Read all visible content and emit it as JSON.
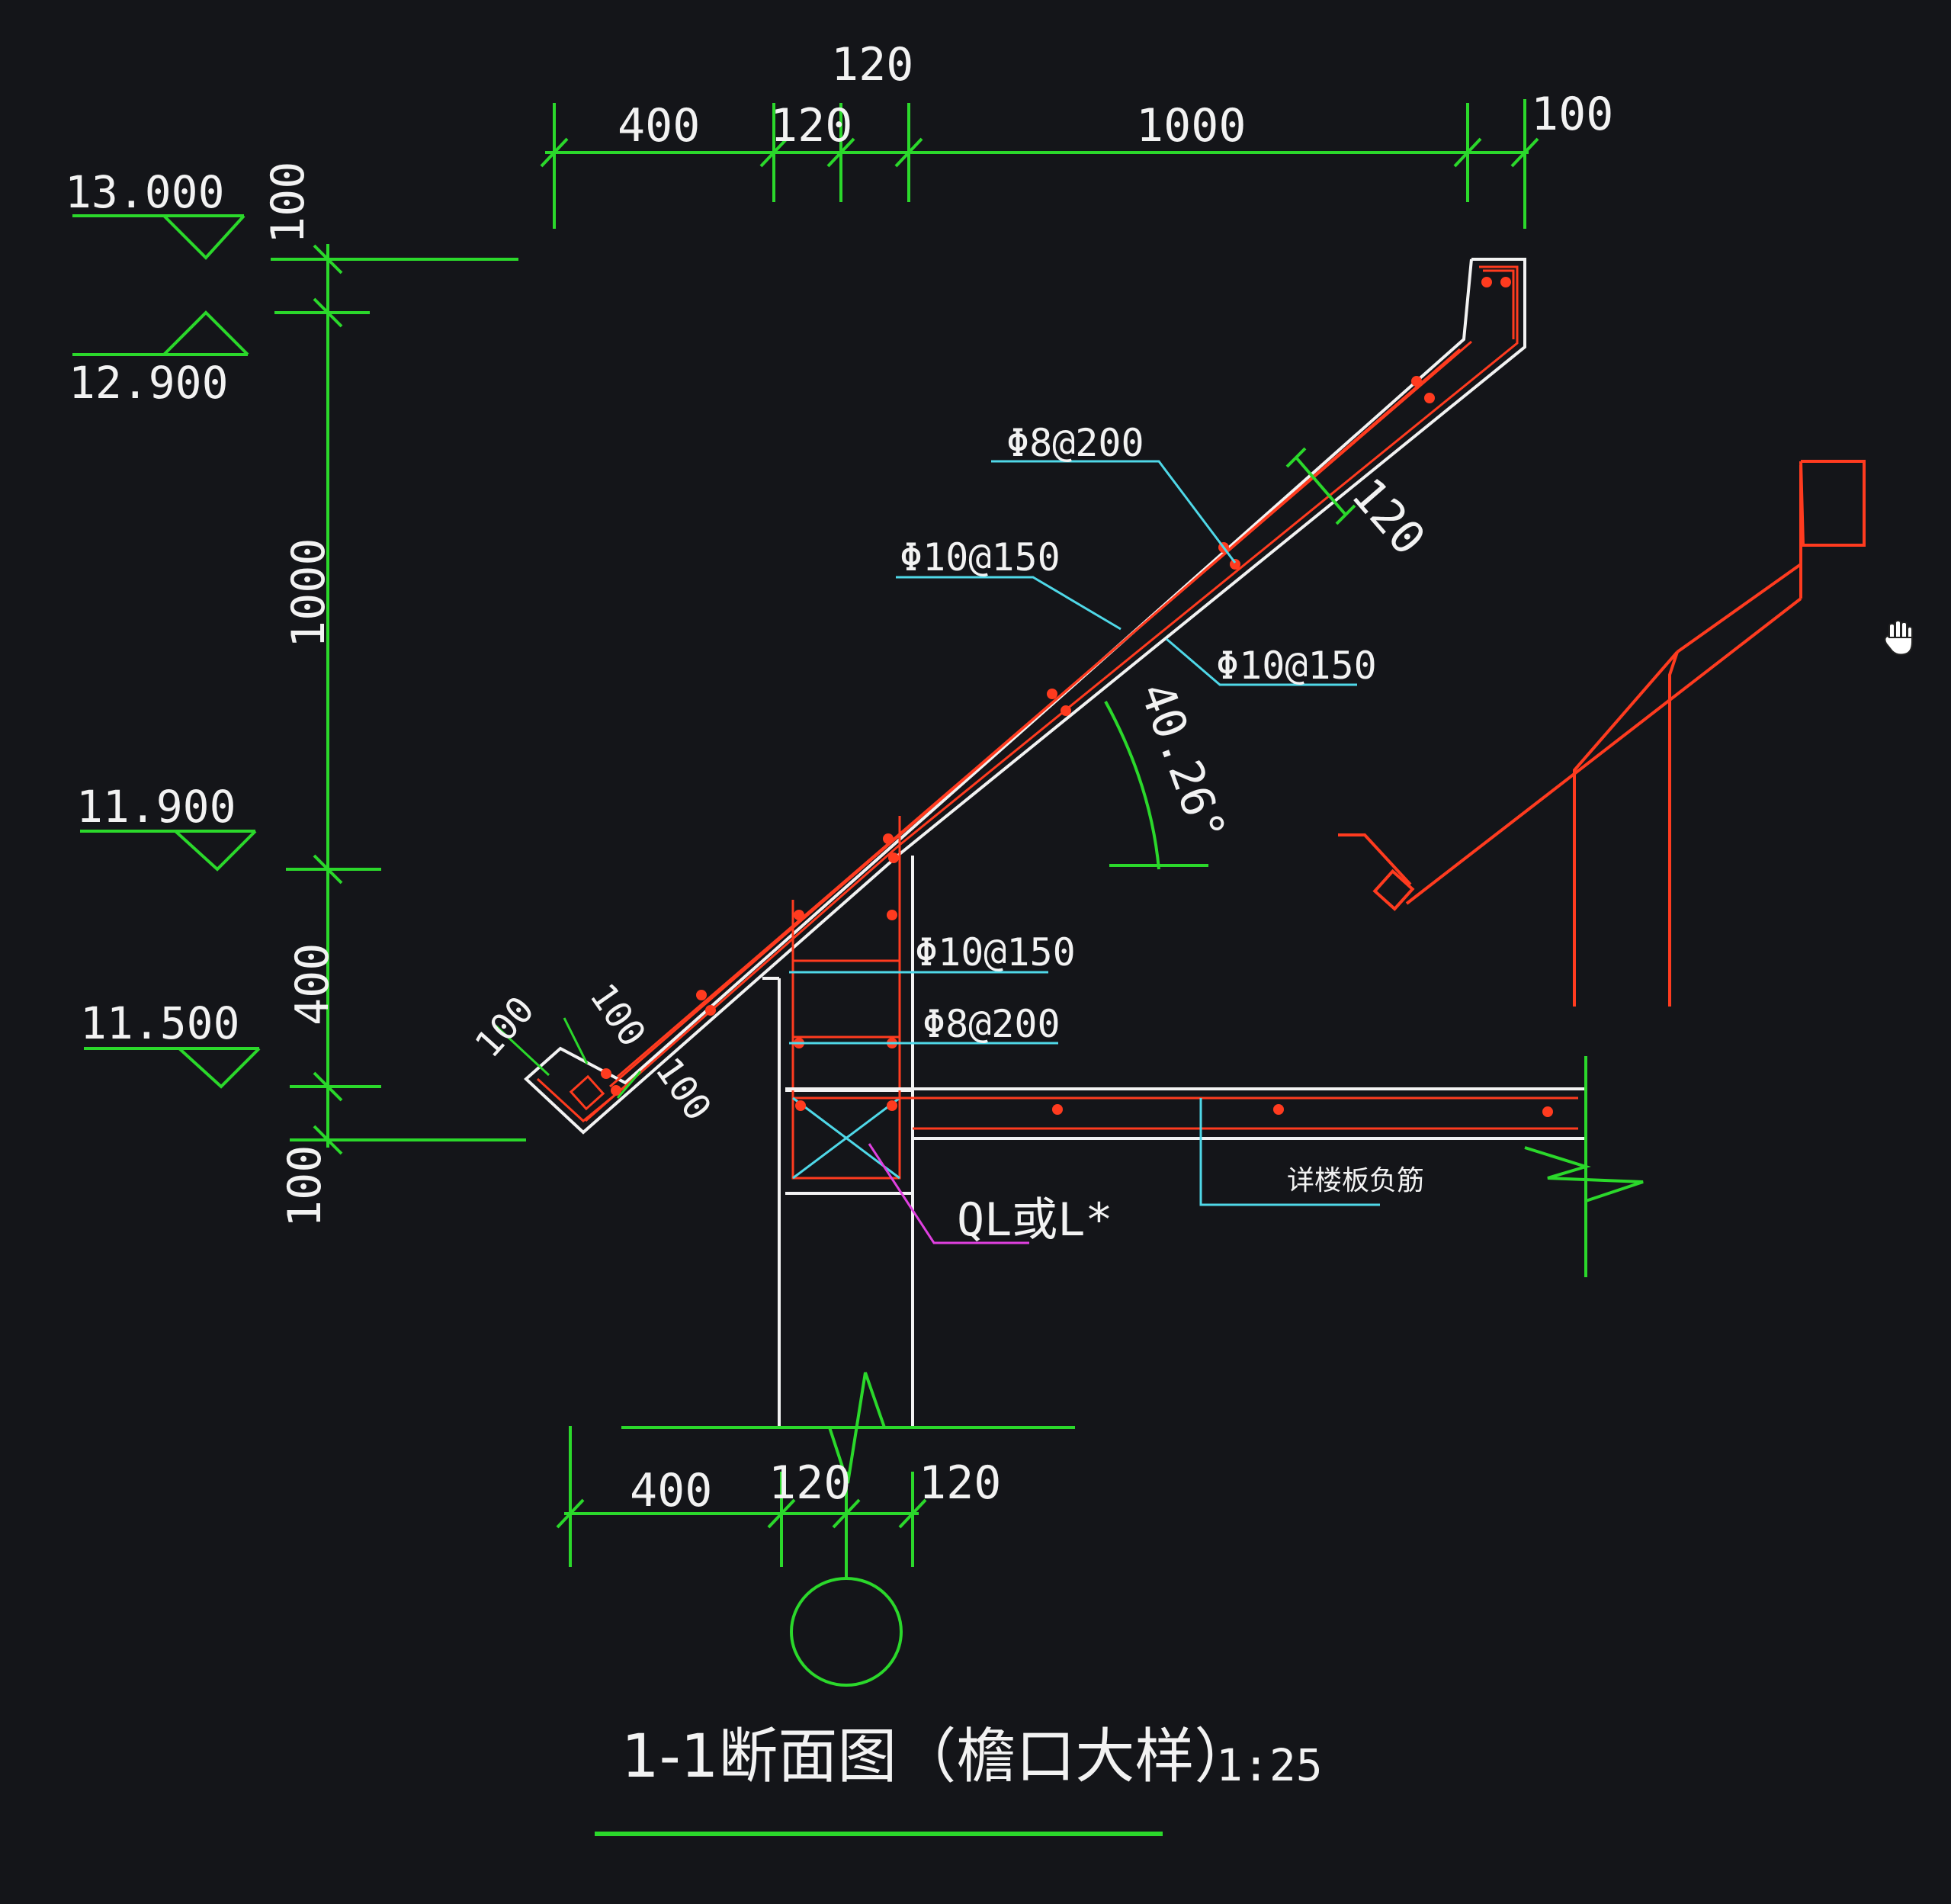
{
  "drawing": {
    "title": "1-1断面图（檐口大样）",
    "scale": "1:25",
    "slope_angle": "40.26°",
    "beam_label": "QL或L*",
    "slab_note": "详楼板负筋"
  },
  "dimensions": {
    "top": [
      "120",
      "400",
      "120",
      "1000",
      "100"
    ],
    "vertical": [
      "100",
      "1000",
      "400",
      "100"
    ],
    "bottom": [
      "400",
      "120",
      "120"
    ],
    "slab_thickness": "120",
    "eave_nose": [
      "100",
      "100",
      "100"
    ]
  },
  "elevations": [
    "13.000",
    "12.900",
    "11.900",
    "11.500"
  ],
  "rebar_callouts": [
    "Φ8@200",
    "Φ10@150",
    "Φ10@150",
    "Φ10@150",
    "Φ8@200"
  ],
  "colors": {
    "background": "#141519",
    "dimension_lines": "#2bd82b",
    "structure_outline": "#f2f2f2",
    "rebar": "#ff3b1f",
    "leader_cyan": "#4fd8e8",
    "leader_magenta": "#e040e0"
  },
  "cursor": "hand-cursor-icon"
}
